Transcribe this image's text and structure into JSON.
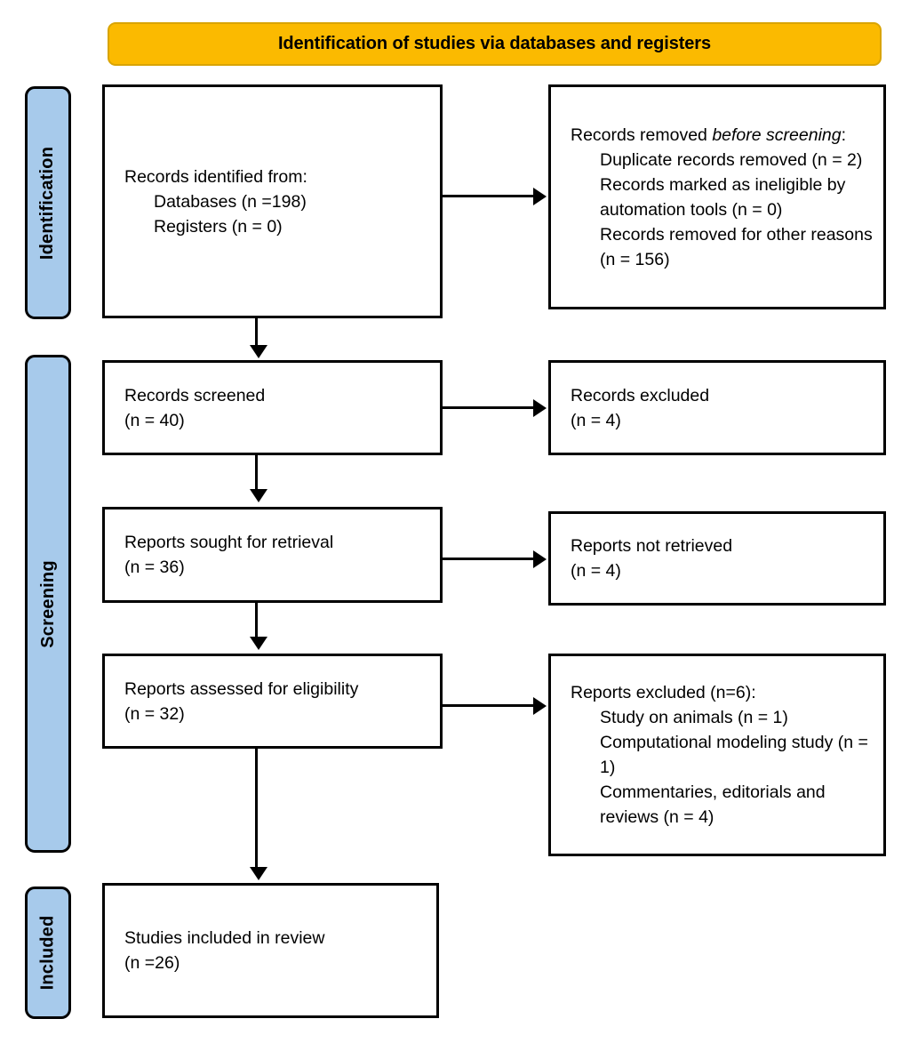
{
  "banner": {
    "title": "Identification of studies via databases and registers"
  },
  "stages": [
    {
      "id": "identification",
      "label": "Identification"
    },
    {
      "id": "screening",
      "label": "Screening"
    },
    {
      "id": "included",
      "label": "Included"
    }
  ],
  "boxes": {
    "identified": {
      "lines": [
        "Records identified from:",
        "Databases (n =198)",
        "Registers (n = 0)"
      ]
    },
    "removed": {
      "heading_plain": "Records removed ",
      "heading_italic": "before screening",
      "heading_colon": ":",
      "lines": [
        "Duplicate records removed (n = 2)",
        "Records marked as ineligible by automation tools (n = 0)",
        "Records removed for other reasons (n = 156)"
      ]
    },
    "screened": {
      "lines": [
        "Records screened",
        "(n = 40)"
      ]
    },
    "excluded_records": {
      "lines": [
        "Records excluded",
        "(n = 4)"
      ]
    },
    "sought": {
      "lines": [
        "Reports sought for retrieval",
        "(n = 36)"
      ]
    },
    "not_retrieved": {
      "lines": [
        "Reports not retrieved",
        "(n = 4)"
      ]
    },
    "assessed": {
      "lines": [
        "Reports assessed for eligibility",
        "(n = 32)"
      ]
    },
    "excluded_reports": {
      "heading": "Reports excluded (n=6):",
      "lines": [
        "Study on animals (n = 1)",
        "Computational modeling study (n = 1)",
        "Commentaries, editorials and reviews (n = 4)"
      ]
    },
    "included": {
      "lines": [
        "Studies included in review",
        "(n =26)"
      ]
    }
  },
  "colors": {
    "banner_fill": "#fbba00",
    "banner_border": "#d9a404",
    "stage_fill": "#a7caeb",
    "box_border": "#000000",
    "text": "#000000"
  }
}
